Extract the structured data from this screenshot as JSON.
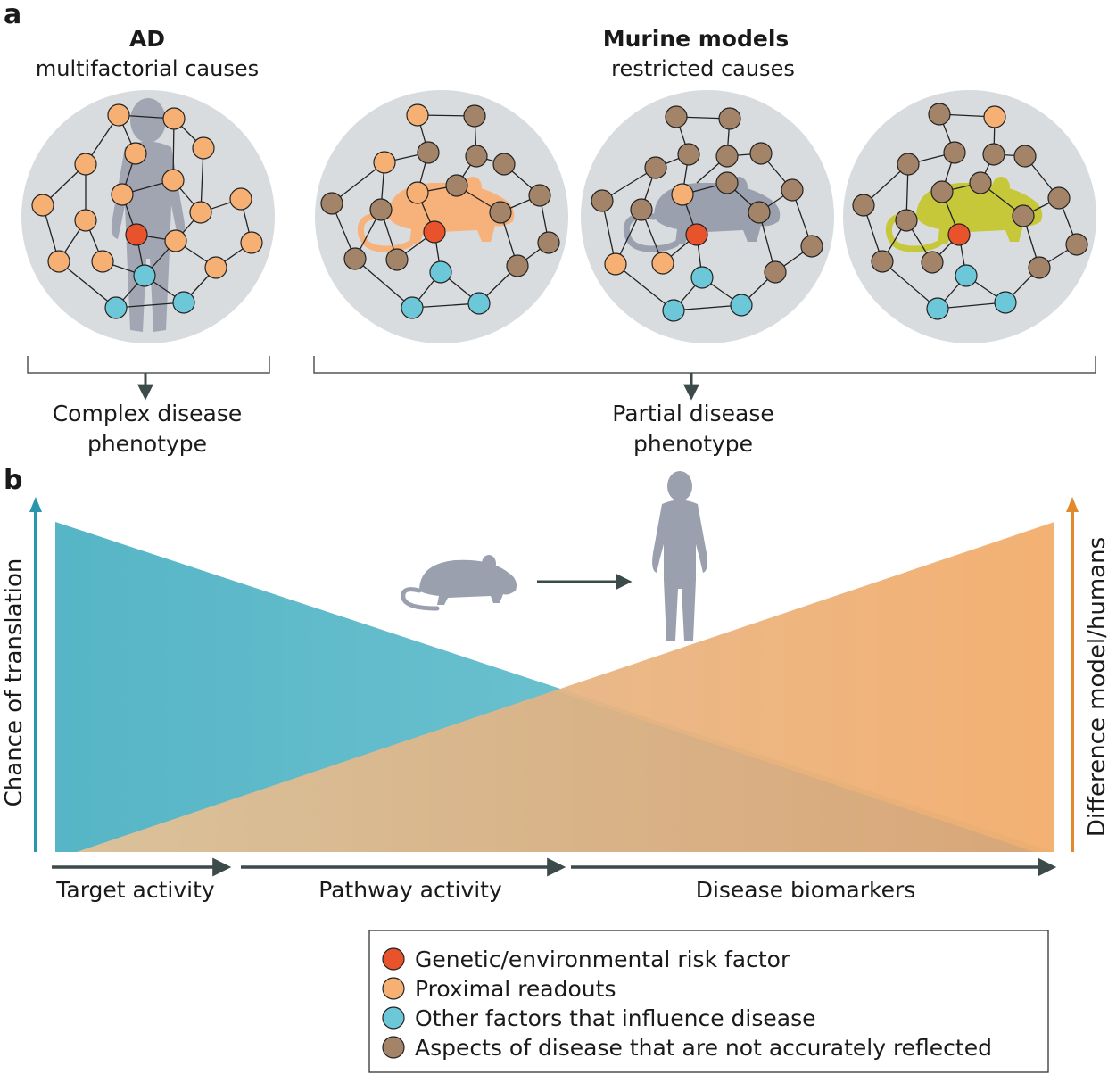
{
  "panel_a": {
    "letter": "a",
    "ad_title": "AD",
    "ad_subtitle": "multifactorial causes",
    "murine_title": "Murine models",
    "murine_subtitle": "restricted causes",
    "ad_outcome_line1": "Complex disease",
    "ad_outcome_line2": "phenotype",
    "murine_outcome_line1": "Partial disease",
    "murine_outcome_line2": "phenotype"
  },
  "panel_b": {
    "letter": "b",
    "left_axis_label": "Chance of translation",
    "right_axis_label": "Difference model/humans",
    "stage_1": "Target activity",
    "stage_2": "Pathway activity",
    "stage_3": "Disease biomarkers"
  },
  "legend": {
    "items": [
      {
        "label": "Genetic/environmental risk factor",
        "color": "#e8532b"
      },
      {
        "label": "Proximal readouts",
        "color": "#f7b074"
      },
      {
        "label": "Other factors that influence disease",
        "color": "#6cc7d8"
      },
      {
        "label": "Aspects of disease that are not accurately reflected",
        "color": "#a38468"
      }
    ]
  },
  "colors": {
    "circle_bg": "#d9dcdf",
    "silhouette_grey": "#9aa0ad",
    "mouse_orange": "#f6b27a",
    "mouse_grey": "#9aa0ad",
    "mouse_green": "#c6c83a",
    "teal": "#4fb3c7",
    "orange": "#f3ad6c",
    "arrow_dark": "#3c4a4a"
  }
}
